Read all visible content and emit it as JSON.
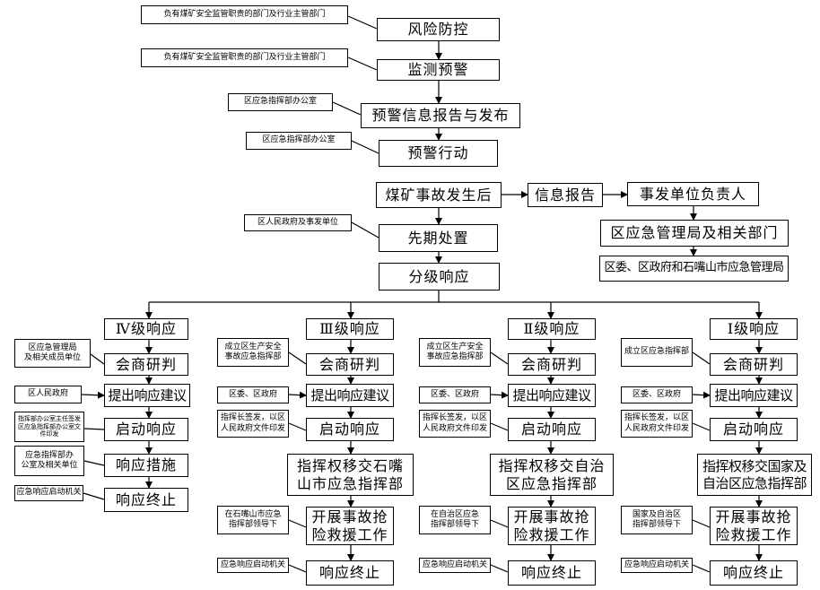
{
  "top": {
    "risk_note": "负有煤矿安全监管职责的部门及行业主管部门",
    "risk": "风险防控",
    "monitor_note": "负有煤矿安全监管职责的部门及行业主管部门",
    "monitor": "监测预警",
    "report_note": "区应急指挥部办公室",
    "report": "预警信息报告与发布",
    "action_note": "区应急指挥部办公室",
    "action": "预警行动",
    "accident": "煤矿事故发生后",
    "info_report": "信息报告",
    "unit_head": "事发单位负责人",
    "bureau": "区应急管理局及相关部门",
    "gov": "区委、区政府和石嘴山市应急管理局",
    "initial_note": "区人民政府及事发单位",
    "initial": "先期处置",
    "graded": "分级响应"
  },
  "levels": {
    "l4": {
      "title": "Ⅳ级响应",
      "consult_note": "区应急管理局\n及相关成员单位",
      "consult": "会商研判",
      "propose_note": "区人民政府",
      "propose": "提出响应建议",
      "start_note": "指挥部办公室主任签发\n区应急指挥部办公室文件印发",
      "start": "启动响应",
      "measures_note": "应急指挥部办\n公室及相关单位",
      "measures": "响应措施",
      "end_note": "应急响应启动机关",
      "end": "响应终止"
    },
    "l3": {
      "title": "Ⅲ级响应",
      "consult_note": "成立区生产安全\n事故应急指挥部",
      "consult": "会商研判",
      "propose_note": "区委、区政府",
      "propose": "提出响应建议",
      "start_note": "指挥长签发，以区\n人民政府文件印发",
      "start": "启动响应",
      "transfer": "指挥权移交石嘴\n山市应急指挥部",
      "rescue_note": "在石嘴山市应急\n指挥部领导下",
      "rescue": "开展事故抢\n险救援工作",
      "end_note": "应急响应启动机关",
      "end": "响应终止"
    },
    "l2": {
      "title": "Ⅱ级响应",
      "consult_note": "成立区生产安全\n事故应急指挥部",
      "consult": "会商研判",
      "propose_note": "区委、区政府",
      "propose": "提出响应建议",
      "start_note": "指挥长签发，以区\n人民政府文件印发",
      "start": "启动响应",
      "transfer": "指挥权移交自治\n区应急指挥部",
      "rescue_note": "在自治区应急\n指挥部领导下",
      "rescue": "开展事故抢\n险救援工作",
      "end_note": "应急响应启动机关",
      "end": "响应终止"
    },
    "l1": {
      "title": "Ⅰ级响应",
      "consult_note": "成立区应急指挥部",
      "consult": "会商研判",
      "propose_note": "区委、区政府",
      "propose": "提出响应建议",
      "start_note": "指挥长签发，以区\n人民政府文件印发",
      "start": "启动响应",
      "transfer": "指挥权移交国家及\n自治区应急指挥部",
      "rescue_note": "国家及自治区\n指挥部领导下",
      "rescue": "开展事故抢\n险救援工作",
      "end_note": "应急响应启动机关",
      "end": "响应终止"
    }
  }
}
